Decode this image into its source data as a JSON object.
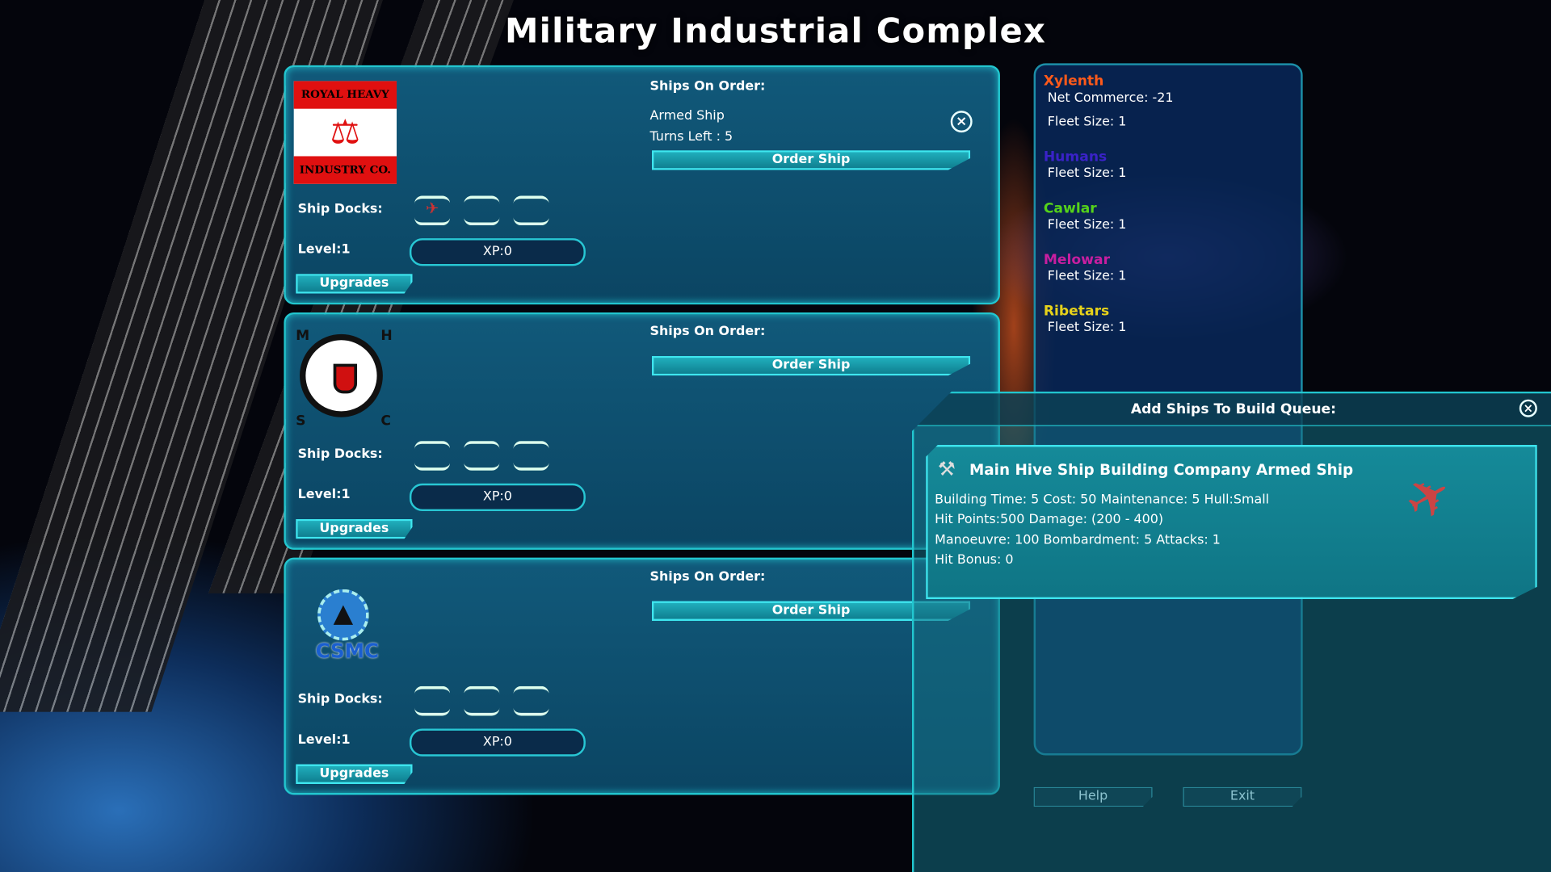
{
  "title": "Military Industrial Complex",
  "companies": [
    {
      "logo_text": [
        "ROYAL HEAVY",
        "INDUSTRY CO."
      ],
      "ships_on_order_label": "Ships On Order:",
      "order": {
        "ship": "Armed Ship",
        "turns_left": "Turns Left : 5"
      },
      "order_button": "Order Ship",
      "docks_label": "Ship Docks:",
      "level": "Level:1",
      "xp": "XP:0",
      "upgrades": "Upgrades"
    },
    {
      "logo_text": [
        "M",
        "H",
        "S",
        "C"
      ],
      "ships_on_order_label": "Ships On Order:",
      "order_button": "Order Ship",
      "docks_label": "Ship Docks:",
      "level": "Level:1",
      "xp": "XP:0",
      "upgrades": "Upgrades"
    },
    {
      "logo_text": [
        "CSMC"
      ],
      "ships_on_order_label": "Ships On Order:",
      "order_button": "Order Ship",
      "docks_label": "Ship Docks:",
      "level": "Level:1",
      "xp": "XP:0",
      "upgrades": "Upgrades"
    }
  ],
  "factions": [
    {
      "name": "Xylenth",
      "color": "#ff5a1a",
      "net_commerce": "Net Commerce: -21",
      "fleet": "Fleet Size: 1"
    },
    {
      "name": "Humans",
      "color": "#3a22c8",
      "fleet": "Fleet Size: 1"
    },
    {
      "name": "Cawlar",
      "color": "#55d21a",
      "fleet": "Fleet Size: 1"
    },
    {
      "name": "Melowar",
      "color": "#c81ea0",
      "fleet": "Fleet Size: 1"
    },
    {
      "name": "Ribetars",
      "color": "#e6d21a",
      "fleet": "Fleet Size: 1"
    }
  ],
  "footer": {
    "help": "Help",
    "exit": "Exit"
  },
  "dialog": {
    "title": "Add Ships To Build Queue:",
    "ship_name": "Main Hive Ship Building Company Armed Ship",
    "lines": [
      "Building Time: 5   Cost: 50   Maintenance: 5   Hull:Small",
      "Hit Points:500   Damage: (200 - 400)",
      "Manoeuvre: 100   Bombardment: 5   Attacks: 1",
      "Hit Bonus: 0"
    ]
  }
}
